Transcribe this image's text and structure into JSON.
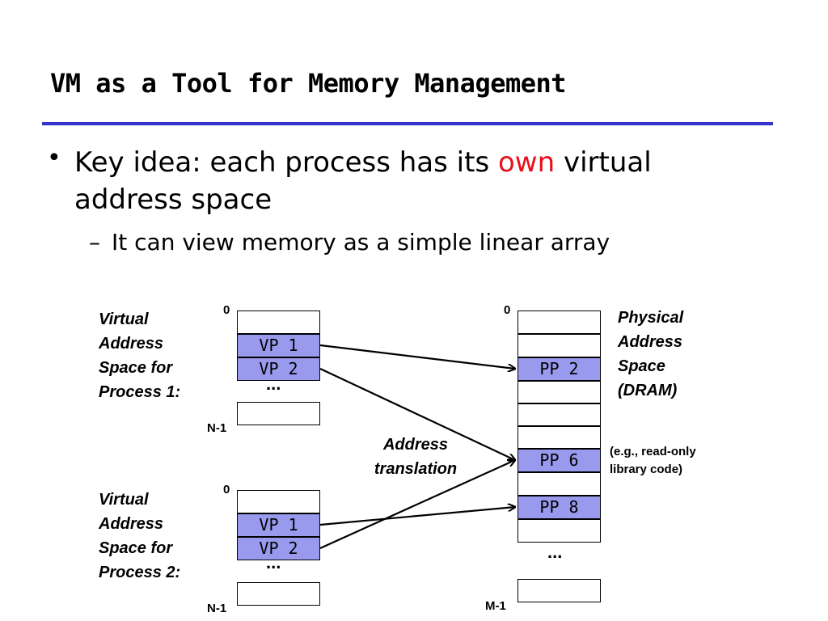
{
  "title": "VM as a Tool for Memory Management",
  "bullet": {
    "marker": "•",
    "text_before": "Key idea: each process has its ",
    "emphasis": "own",
    "text_after": " virtual address space",
    "emphasis_color": "#e8101a"
  },
  "sub_bullet": {
    "marker": "–",
    "text": "It can view memory as a simple linear array"
  },
  "diagram": {
    "process1": {
      "label": [
        "Virtual",
        "Address",
        "Space for",
        "Process 1:"
      ],
      "top_index": "0",
      "bottom_index": "N-1",
      "pages": [
        "VP 1",
        "VP 2"
      ],
      "ellipsis": "..."
    },
    "process2": {
      "label": [
        "Virtual",
        "Address",
        "Space for",
        "Process 2:"
      ],
      "top_index": "0",
      "bottom_index": "N-1",
      "pages": [
        "VP 1",
        "VP 2"
      ],
      "ellipsis": "..."
    },
    "physical": {
      "label": [
        "Physical",
        "Address",
        "Space",
        "(DRAM)"
      ],
      "top_index": "0",
      "bottom_index": "M-1",
      "pages": [
        "PP 2",
        "PP 6",
        "PP 8"
      ],
      "ellipsis": "..."
    },
    "translation_label": [
      "Address",
      "translation"
    ],
    "shared_note": [
      "(e.g., read-only",
      "library code)"
    ],
    "mappings": [
      {
        "from": "Process 1 VP 1",
        "to": "PP 2"
      },
      {
        "from": "Process 1 VP 2",
        "to": "PP 6"
      },
      {
        "from": "Process 2 VP 1",
        "to": "PP 8"
      },
      {
        "from": "Process 2 VP 2",
        "to": "PP 6"
      }
    ],
    "page_fill_color": "#9999ee",
    "rule_color": "#3333cc"
  }
}
